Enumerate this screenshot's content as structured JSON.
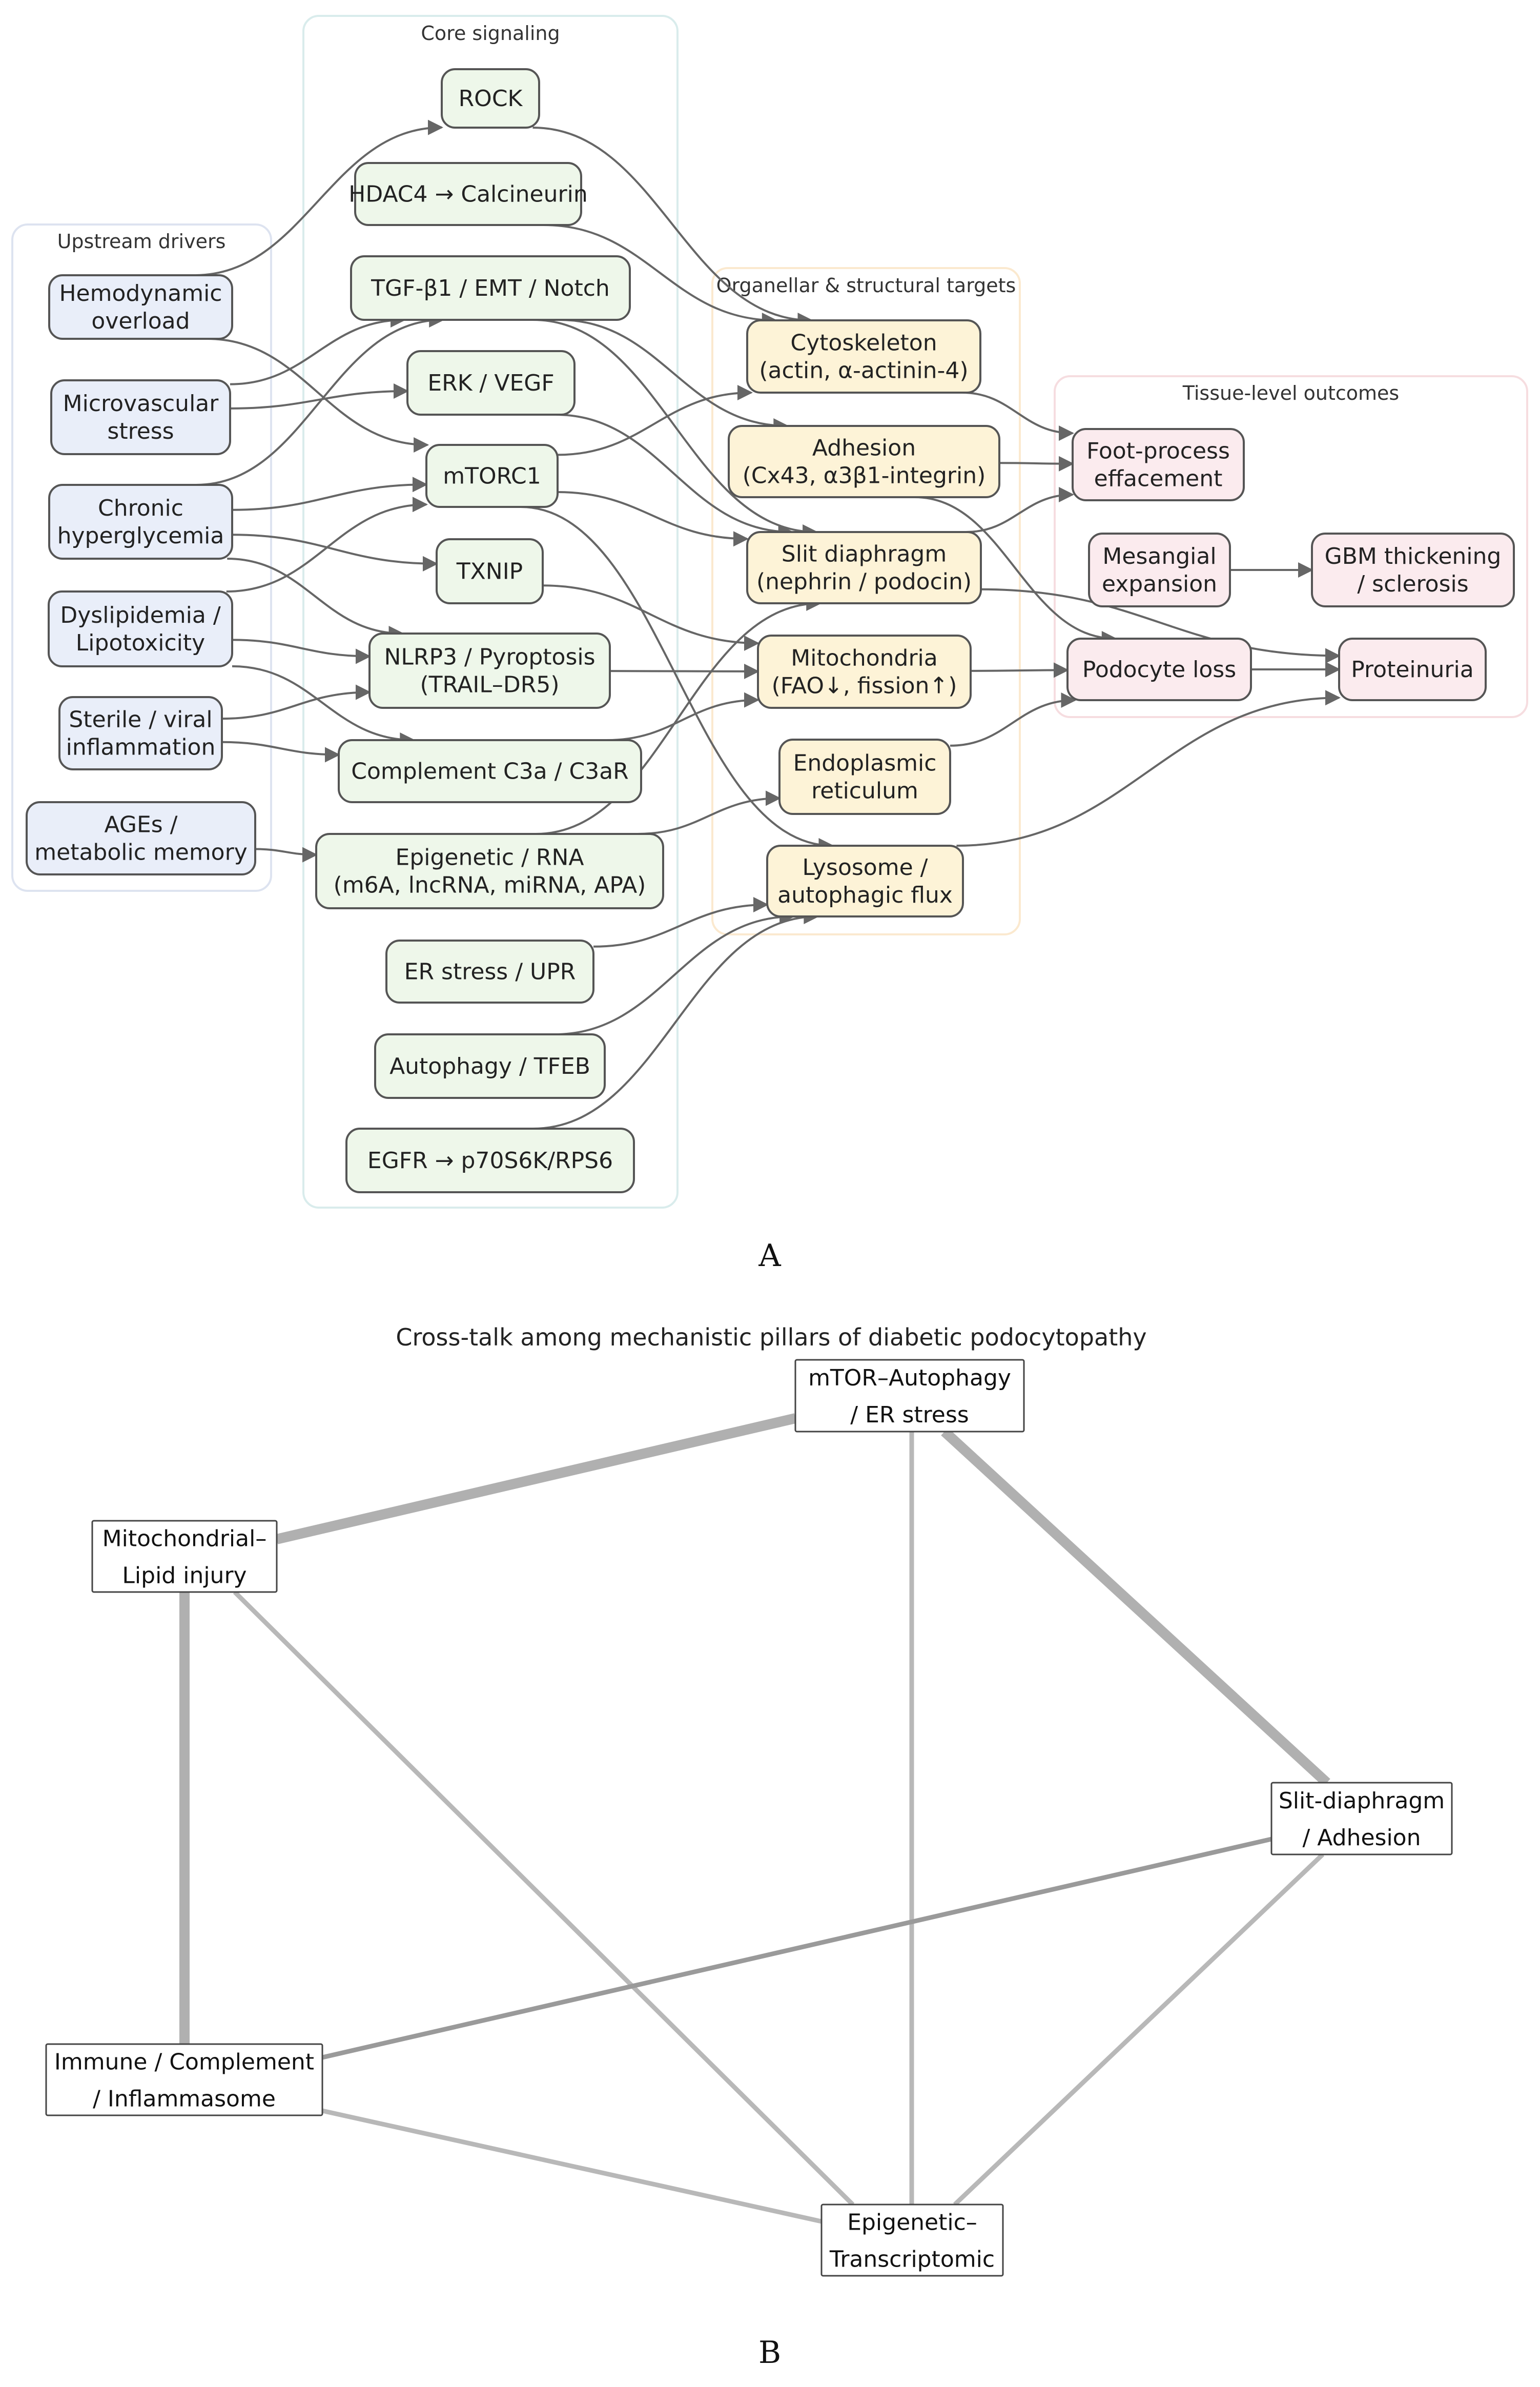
{
  "panel_a": {
    "label_letter": "A",
    "groups": [
      {
        "id": "upstream",
        "label": "Upstream drivers"
      },
      {
        "id": "core",
        "label": "Core signaling"
      },
      {
        "id": "organellar",
        "label": "Organellar & structural targets"
      },
      {
        "id": "tissue",
        "label": "Tissue-level outcomes"
      }
    ],
    "nodes": [
      {
        "id": "hemo",
        "group": "upstream",
        "lines": [
          "Hemodynamic",
          "overload"
        ]
      },
      {
        "id": "micro",
        "group": "upstream",
        "lines": [
          "Microvascular",
          "stress"
        ]
      },
      {
        "id": "chronic",
        "group": "upstream",
        "lines": [
          "Chronic",
          "hyperglycemia"
        ]
      },
      {
        "id": "dysl",
        "group": "upstream",
        "lines": [
          "Dyslipidemia /",
          "Lipotoxicity"
        ]
      },
      {
        "id": "sterile",
        "group": "upstream",
        "lines": [
          "Sterile / viral",
          "inflammation"
        ]
      },
      {
        "id": "ages",
        "group": "upstream",
        "lines": [
          "AGEs /",
          "metabolic memory"
        ]
      },
      {
        "id": "rock",
        "group": "core",
        "lines": [
          "ROCK"
        ]
      },
      {
        "id": "hdac",
        "group": "core",
        "lines": [
          "HDAC4 → Calcineurin"
        ]
      },
      {
        "id": "tgf",
        "group": "core",
        "lines": [
          "TGF-β1 / EMT / Notch"
        ]
      },
      {
        "id": "erk",
        "group": "core",
        "lines": [
          "ERK / VEGF"
        ]
      },
      {
        "id": "mtorc1",
        "group": "core",
        "lines": [
          "mTORC1"
        ]
      },
      {
        "id": "txnip",
        "group": "core",
        "lines": [
          "TXNIP"
        ]
      },
      {
        "id": "nlrp3",
        "group": "core",
        "lines": [
          "NLRP3 / Pyroptosis",
          "(TRAIL–DR5)"
        ]
      },
      {
        "id": "complement",
        "group": "core",
        "lines": [
          "Complement C3a / C3aR"
        ]
      },
      {
        "id": "epigen",
        "group": "core",
        "lines": [
          "Epigenetic / RNA",
          "(m6A, lncRNA, miRNA, APA)"
        ]
      },
      {
        "id": "erstress",
        "group": "core",
        "lines": [
          "ER stress / UPR"
        ]
      },
      {
        "id": "autoph",
        "group": "core",
        "lines": [
          "Autophagy / TFEB"
        ]
      },
      {
        "id": "egfr",
        "group": "core",
        "lines": [
          "EGFR → p70S6K/RPS6"
        ]
      },
      {
        "id": "cyto",
        "group": "organellar",
        "lines": [
          "Cytoskeleton",
          "(actin, α-actinin-4)"
        ]
      },
      {
        "id": "adhesion",
        "group": "organellar",
        "lines": [
          "Adhesion",
          "(Cx43, α3β1-integrin)"
        ]
      },
      {
        "id": "slit",
        "group": "organellar",
        "lines": [
          "Slit diaphragm",
          "(nephrin / podocin)"
        ]
      },
      {
        "id": "mito",
        "group": "organellar",
        "lines": [
          "Mitochondria",
          "(FAO↓, fission↑)"
        ]
      },
      {
        "id": "er",
        "group": "organellar",
        "lines": [
          "Endoplasmic",
          "reticulum"
        ]
      },
      {
        "id": "lyso",
        "group": "organellar",
        "lines": [
          "Lysosome /",
          "autophagic flux"
        ]
      },
      {
        "id": "foot",
        "group": "tissue",
        "lines": [
          "Foot-process",
          "effacement"
        ]
      },
      {
        "id": "mesangial",
        "group": "tissue",
        "lines": [
          "Mesangial",
          "expansion"
        ]
      },
      {
        "id": "gbm",
        "group": "tissue",
        "lines": [
          "GBM thickening",
          "/ sclerosis"
        ]
      },
      {
        "id": "podo",
        "group": "tissue",
        "lines": [
          "Podocyte loss"
        ]
      },
      {
        "id": "prot",
        "group": "tissue",
        "lines": [
          "Proteinuria"
        ]
      }
    ],
    "edges": [
      [
        "hemo",
        "rock"
      ],
      [
        "hemo",
        "mtorc1"
      ],
      [
        "micro",
        "tgf"
      ],
      [
        "micro",
        "erk"
      ],
      [
        "chronic",
        "tgf"
      ],
      [
        "chronic",
        "mtorc1"
      ],
      [
        "chronic",
        "txnip"
      ],
      [
        "chronic",
        "nlrp3"
      ],
      [
        "dysl",
        "mtorc1"
      ],
      [
        "dysl",
        "nlrp3"
      ],
      [
        "dysl",
        "complement"
      ],
      [
        "sterile",
        "nlrp3"
      ],
      [
        "sterile",
        "complement"
      ],
      [
        "ages",
        "epigen"
      ],
      [
        "rock",
        "cyto"
      ],
      [
        "hdac",
        "cyto"
      ],
      [
        "tgf",
        "adhesion"
      ],
      [
        "tgf",
        "slit"
      ],
      [
        "erk",
        "slit"
      ],
      [
        "mtorc1",
        "cyto"
      ],
      [
        "mtorc1",
        "slit"
      ],
      [
        "mtorc1",
        "lyso"
      ],
      [
        "txnip",
        "mito"
      ],
      [
        "nlrp3",
        "mito"
      ],
      [
        "complement",
        "mito"
      ],
      [
        "epigen",
        "slit"
      ],
      [
        "epigen",
        "er"
      ],
      [
        "erstress",
        "lyso"
      ],
      [
        "autoph",
        "lyso"
      ],
      [
        "egfr",
        "lyso"
      ],
      [
        "cyto",
        "foot"
      ],
      [
        "adhesion",
        "foot"
      ],
      [
        "adhesion",
        "podo"
      ],
      [
        "slit",
        "foot"
      ],
      [
        "slit",
        "prot"
      ],
      [
        "mito",
        "podo"
      ],
      [
        "er",
        "podo"
      ],
      [
        "lyso",
        "prot"
      ],
      [
        "mesangial",
        "gbm"
      ],
      [
        "podo",
        "prot"
      ]
    ],
    "colors": {
      "upstream_fill": "#e9eef9",
      "upstream_border": "#dde3f0",
      "core_fill": "#eef7ea",
      "core_border": "#d9ecec",
      "organellar_fill": "#fdf3d7",
      "organellar_border": "#fbe9cf",
      "tissue_fill": "#fbebee",
      "tissue_border": "#f6dde0",
      "node_stroke": "#555555",
      "edge": "#666666"
    }
  },
  "panel_b": {
    "label_letter": "B",
    "title": "Cross-talk among mechanistic pillars of diabetic podocytopathy",
    "nodes": [
      {
        "id": "mtor",
        "lines": [
          "mTOR–Autophagy",
          "/ ER stress"
        ]
      },
      {
        "id": "mitoL",
        "lines": [
          "Mitochondrial–",
          "Lipid injury"
        ]
      },
      {
        "id": "slitA",
        "lines": [
          "Slit-diaphragm",
          "/ Adhesion"
        ]
      },
      {
        "id": "immune",
        "lines": [
          "Immune / Complement",
          "/ Inflammasome"
        ]
      },
      {
        "id": "epi",
        "lines": [
          "Epigenetic–",
          "Transcriptomic"
        ]
      }
    ],
    "edges": [
      {
        "from": "mitoL",
        "to": "mtor",
        "weight": 3,
        "color": "#b0b0b0"
      },
      {
        "from": "mtor",
        "to": "slitA",
        "weight": 3,
        "color": "#b0b0b0"
      },
      {
        "from": "mitoL",
        "to": "immune",
        "weight": 3,
        "color": "#b0b0b0"
      },
      {
        "from": "mtor",
        "to": "epi",
        "weight": 1,
        "color": "#b8b8b8"
      },
      {
        "from": "mitoL",
        "to": "epi",
        "weight": 1,
        "color": "#b8b8b8"
      },
      {
        "from": "slitA",
        "to": "epi",
        "weight": 1,
        "color": "#b8b8b8"
      },
      {
        "from": "immune",
        "to": "slitA",
        "weight": 1,
        "color": "#9a9a9a"
      },
      {
        "from": "immune",
        "to": "epi",
        "weight": 1,
        "color": "#b8b8b8"
      }
    ]
  }
}
